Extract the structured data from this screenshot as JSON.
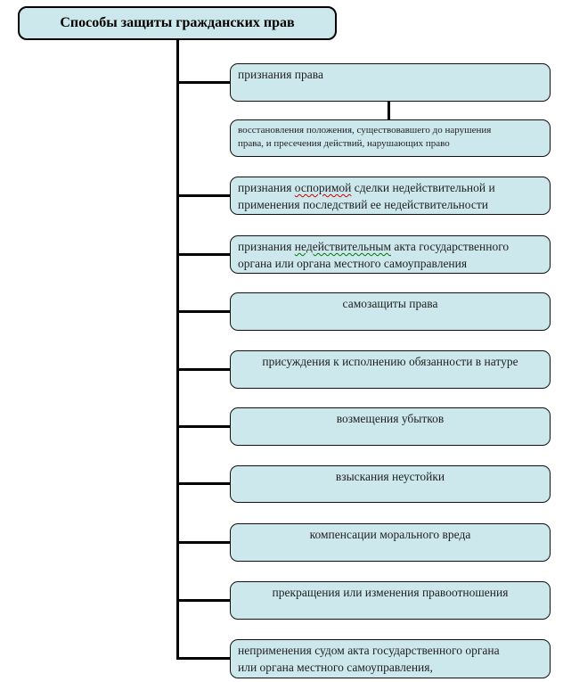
{
  "title": {
    "text": "Способы защиты гражданских прав"
  },
  "colors": {
    "box_fill": "#cde8ed",
    "line_color": "#000000",
    "border_color": "#000000",
    "spellcheck_red": "#d00000",
    "grammar_green": "#007a00"
  },
  "nodes": [
    {
      "text": "признания права"
    },
    {
      "line1": "восстановления положения, существовавшего до нарушения",
      "line2": "права, и пресечения действий, нарушающих право"
    },
    {
      "line1_pre": "признания ",
      "line1_word": "оспоримой",
      "line1_post": " сделки недействительной и",
      "line2": "применения последствий ее недействительности"
    },
    {
      "line1_pre": "признания ",
      "line1_word": "недействительным",
      "line1_post": " акта государственного",
      "line2": "органа или органа местного самоуправления"
    },
    {
      "text": "самозащиты права"
    },
    {
      "text": "присуждения к исполнению обязанности в натуре"
    },
    {
      "text": "возмещения убытков"
    },
    {
      "text": "взыскания неустойки"
    },
    {
      "text": "компенсации морального вреда"
    },
    {
      "text": "прекращения или изменения правоотношения"
    },
    {
      "line1": "неприменения судом акта государственного органа",
      "line2": "или органа местного самоуправления,"
    }
  ]
}
